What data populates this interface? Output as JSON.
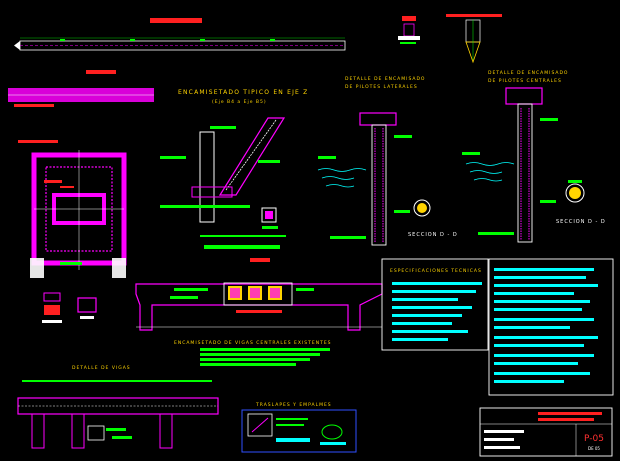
{
  "drawing": {
    "labels": {
      "encamisetado": "ENCAMISETADO TIPICO EN EJE Z",
      "encamisetado_sub": "(Eje B4 a Eje B5)",
      "detalle_laterales": "DETALLE DE ENCAMISADO DE PILOTES LATERALES",
      "detalle_laterales_l1": "DETALLE DE ENCAMISADO",
      "detalle_laterales_l2": "DE PILOTES LATERALES",
      "detalle_centrales_l1": "DETALLE DE ENCAMISADO",
      "detalle_centrales_l2": "DE PILOTES CENTRALES",
      "seccion_left": "SECCION D - D",
      "seccion_right": "SECCION D - D",
      "encamisetado_vigas": "ENCAMISETADO DE VIGAS CENTRALES EXISTENTES",
      "detalle_vigas": "DETALLE DE VIGAS",
      "traslapes": "TRASLAPES Y EMPALMES",
      "especificaciones": "ESPECIFICACIONES TECNICAS"
    },
    "sheet": {
      "number": "P-05",
      "sub": "DE 05"
    },
    "colors": {
      "background": "#000000",
      "magenta": "#ff00ff",
      "cyan": "#00ffff",
      "green": "#00ff00",
      "yellow": "#ffd400",
      "red": "#ff2020",
      "white": "#ffffff",
      "blue": "#3050ff"
    }
  }
}
